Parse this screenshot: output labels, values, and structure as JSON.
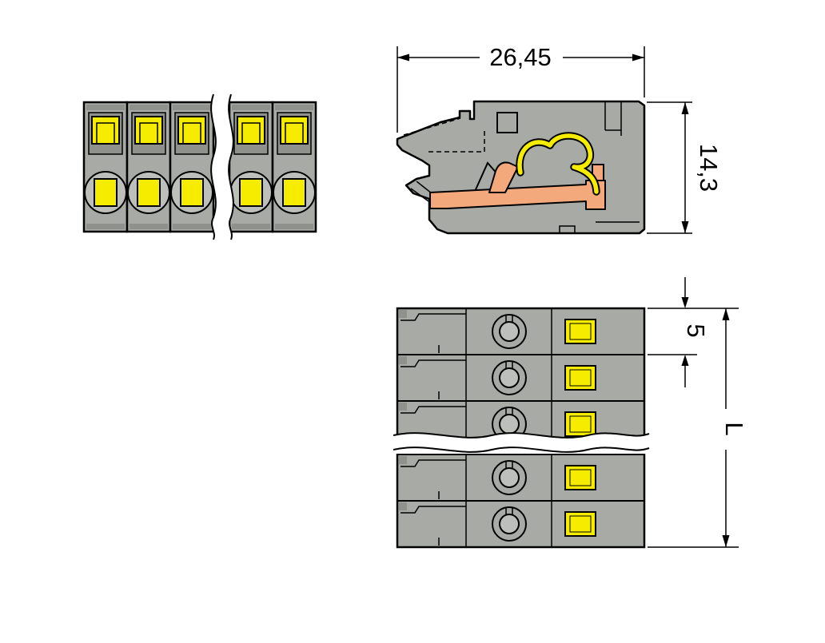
{
  "drawing": {
    "dimensions": {
      "overall_width_mm": "26,45",
      "overall_height_mm": "14,3",
      "pole_pitch_mm": "5",
      "total_length": "L"
    },
    "views": {
      "front_poles_visible": 5,
      "top_rows_visible": 5
    },
    "colors": {
      "body_gray": "#a7aaa5",
      "dark_gray": "#8e918c",
      "light_gray": "#bcbfba",
      "yellow": "#f5ec00",
      "copper": "#f4a97c"
    }
  }
}
